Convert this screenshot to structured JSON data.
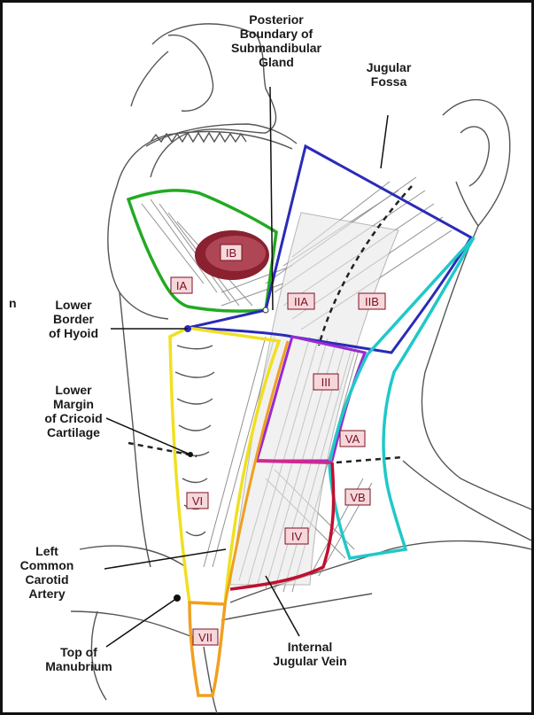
{
  "callouts": {
    "posterior_boundary": [
      "Posterior",
      "Boundary of",
      "Submandibular",
      "Gland"
    ],
    "jugular_fossa": [
      "Jugular",
      "Fossa"
    ],
    "lower_border_hyoid": [
      "Lower",
      "Border",
      "of Hyoid"
    ],
    "lower_margin_cricoid": [
      "Lower",
      "Margin",
      "of Cricoid",
      "Cartilage"
    ],
    "left_common_carotid": [
      "Left",
      "Common",
      "Carotid",
      "Artery"
    ],
    "top_manubrium": [
      "Top of",
      "Manubrium"
    ],
    "internal_jugular": [
      "Internal",
      "Jugular Vein"
    ],
    "edge_mark": "n"
  },
  "levels": {
    "ia": "IA",
    "ib": "IB",
    "iia": "IIA",
    "iib": "IIB",
    "iii": "III",
    "va": "VA",
    "vb": "VB",
    "vi": "VI",
    "iv": "IV",
    "vii": "VII"
  },
  "colors": {
    "level_I": "#22aa22",
    "level_II": "#2a2ab8",
    "level_III": "#9a2ad0",
    "level_IV": "#c01030",
    "level_V": "#20c8c8",
    "level_VI": "#f0e020",
    "level_VII": "#f0a020",
    "boundary_magenta": "#d02890",
    "label_box": "#f6d8dc",
    "label_text": "#7a1020"
  }
}
